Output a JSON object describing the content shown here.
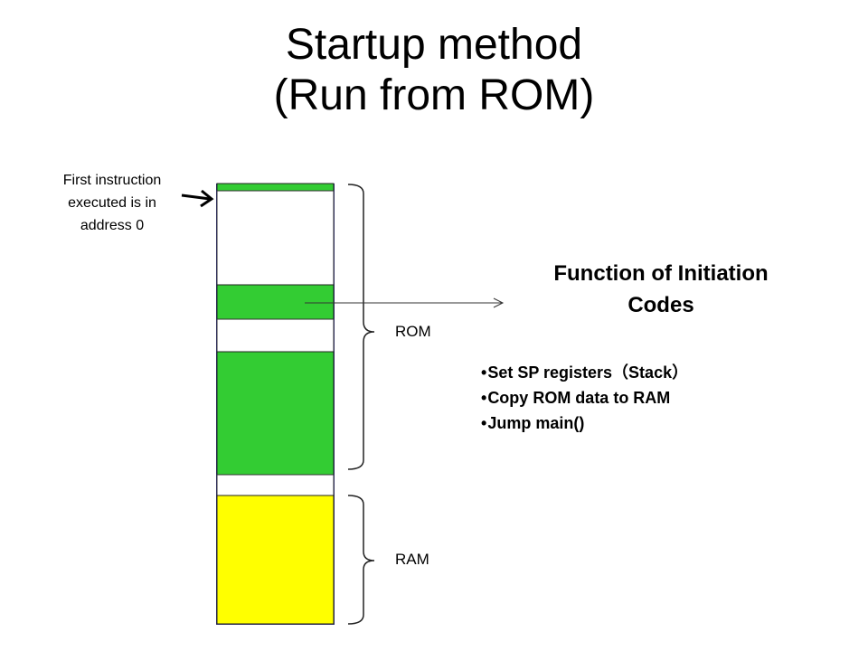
{
  "slide": {
    "title_line1": "Startup method",
    "title_line2": "(Run from ROM)"
  },
  "note": {
    "line1": "First instruction",
    "line2": "executed is in",
    "line3": "address 0"
  },
  "memory": {
    "rom_label": "ROM",
    "ram_label": "RAM",
    "colors": {
      "code_block": "#33cc33",
      "ram_block": "#ffff00",
      "empty_block": "#ffffff",
      "border": "#2b2b80"
    }
  },
  "function": {
    "heading_line1": "Function of Initiation",
    "heading_line2": "Codes",
    "items": [
      "Set SP registers（Stack）",
      "Copy ROM data to RAM",
      "Jump main()"
    ]
  }
}
